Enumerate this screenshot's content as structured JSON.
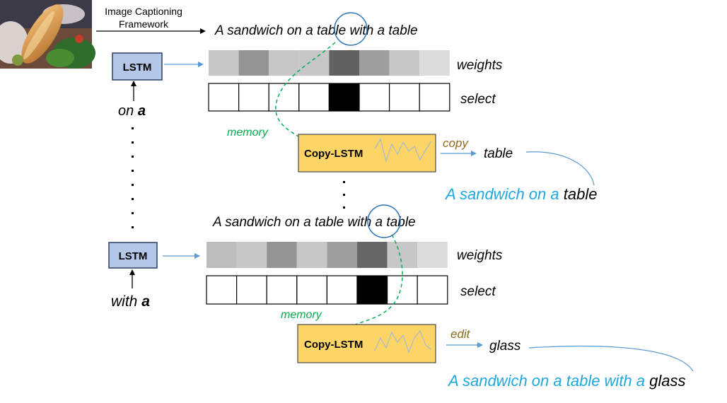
{
  "framework_label_line1": "Image Captioning",
  "framework_label_line2": "Framework",
  "top_block": {
    "caption": [
      "A sandwich on a ",
      "table",
      " with a table"
    ],
    "lstm_label": "LSTM",
    "input_label": [
      "on ",
      "a"
    ],
    "weights_label": "weights",
    "select_label": "select",
    "memory_label": "memory",
    "copy_lstm_label": "Copy-LSTM",
    "action_label": "copy",
    "output_word": "table",
    "result_sentence": [
      "A sandwich on a ",
      "table"
    ],
    "weights": [
      0.22,
      0.42,
      0.22,
      0.22,
      0.62,
      0.38,
      0.22,
      0.14
    ],
    "selected_index": 4
  },
  "bottom_block": {
    "caption": [
      "A sandwich on a table ",
      "with",
      " a table"
    ],
    "lstm_label": "LSTM",
    "input_label": [
      "with ",
      "a"
    ],
    "weights_label": "weights",
    "select_label": "select",
    "memory_label": "memory",
    "copy_lstm_label": "Copy-LSTM",
    "action_label": "edit",
    "output_word": "glass",
    "result_sentence": [
      "A sandwich on a table with a ",
      "glass"
    ],
    "weights": [
      0.26,
      0.22,
      0.42,
      0.22,
      0.38,
      0.6,
      0.22,
      0.14
    ],
    "selected_index": 5
  },
  "colors": {
    "lstm_fill": "#b4c7e7",
    "lstm_stroke": "#2f3f5f",
    "copy_fill": "#fdd466",
    "copy_stroke": "#4a4a4a",
    "arrow_blue": "#5b9bd5",
    "memory_green": "#00b050",
    "action_brown": "#8a6b18",
    "result_blue": "#1fa7e0",
    "circle_blue": "#2e75b6"
  },
  "icons": {
    "thumbnail": "food-photo-thumbnail",
    "zigzag": "signal-zigzag-icon"
  }
}
